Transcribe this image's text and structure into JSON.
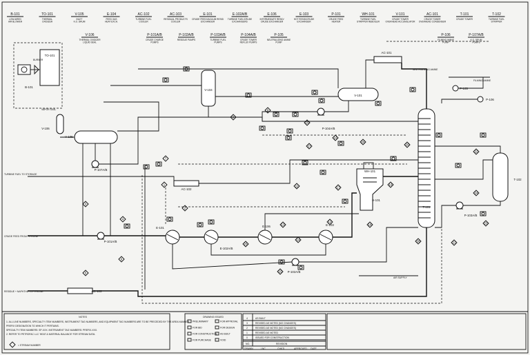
{
  "equipment_header": [
    {
      "tag": "B-101",
      "desc": "LOW AIRED\nAIR BLOWER"
    },
    {
      "tag": "TO-101",
      "desc": "THERMAL\nOXIDIZER"
    },
    {
      "tag": "V-105",
      "desc": "INLET\nK.O. DRUM"
    },
    {
      "tag": "E-104",
      "desc": "FEED GAS\nHEAT EXCH."
    },
    {
      "tag": "AC-102",
      "desc": "TURBINE FUEL\nCOOLER"
    },
    {
      "tag": "AC-103",
      "desc": "RESIDUAL PRODUCTS\nCOOLER"
    },
    {
      "tag": "E-101",
      "desc": "CRUDE FEED/VACUUM RESID\nEXCHANGER"
    },
    {
      "tag": "E-102A/B",
      "desc": "TURBINE FUEL/CRUDE\nEXCHANGERS"
    },
    {
      "tag": "E-106",
      "desc": "INTERMEDIATE RESID/\nCRUDE EXCHANGER"
    },
    {
      "tag": "E-103",
      "desc": "HOT RESID/CRUDE\nEXCHANGER"
    },
    {
      "tag": "P-101",
      "desc": "CRUDE FEED\nHEATER"
    },
    {
      "tag": "WH-101",
      "desc": "TURBINE FUEL\nSTRIPPER REBOILER"
    },
    {
      "tag": "V-101",
      "desc": "CRUDE TOWER\nOVERHEAD ACCUMULATOR"
    },
    {
      "tag": "AC-101",
      "desc": "CRUDE TOWER\nOVERHEAD CONDENSER"
    },
    {
      "tag": "T-101",
      "desc": "CRUDE TOWER"
    },
    {
      "tag": "T-102",
      "desc": "TURBINE FUEL\nSTRIPPER"
    }
  ],
  "equipment_header_row2": [
    {
      "tag": "V-106",
      "desc": "THERMAL OXIDIZER\nLIQUID SEAL"
    },
    {
      "tag": "P-101A/B",
      "desc": "CRUDE CHARGE\nPUMPS"
    },
    {
      "tag": "P-102A/B",
      "desc": "RESIDUE PUMPS"
    },
    {
      "tag": "P-103A/B",
      "desc": "TURBINE FUEL\nPUMPS"
    },
    {
      "tag": "P-104A/B",
      "desc": "CRUDE TOWER\nREFLUX PUMPS"
    },
    {
      "tag": "P-105",
      "desc": "NEUTRALIZING AMINE\nPUMP"
    },
    {
      "tag": "P-106",
      "desc": "FILMING AMINE\nPUMP"
    },
    {
      "tag": "P-107A/B",
      "desc": "K.O. DRUM\nPUMPS"
    }
  ],
  "stream_labels": {
    "turbine_fuel": "TURBINE FUEL\nTO STORAGE",
    "crude_feed": "CRUDE FEED\nFROM PIPELINE",
    "residue": "RESIDUE + NAPHTHA\nTO PIPELINE",
    "neutralizing_amine": "NEUTRALIZING AMINE",
    "filming_amine": "FILMING AMINE",
    "air_supply": "AIR SUPPLY",
    "burner": "BURNER",
    "vapor_seal": "VAPOR SEAL"
  },
  "process_tags": {
    "b101": "B-101",
    "to101": "TO-101",
    "v106": "V-106",
    "v105": "V-105",
    "v104": "V-104",
    "v101": "V-101",
    "ac101": "AC-101",
    "ac102": "AC-102",
    "ac103": "AC-103",
    "t101": "T-101",
    "t102": "T-102",
    "h101": "H-101",
    "wh101": "WH-101",
    "e101": "E-101",
    "e102": "E-102A/B",
    "e106": "E-106",
    "e103": "E-103",
    "p101": "P-101A/B",
    "p102": "P-102A/B",
    "p103": "P-103A/B",
    "p104": "P-104A/B",
    "p105": "P-105",
    "p106": "P-106",
    "p107": "P-107A/B"
  },
  "stream_numbers": [
    "1",
    "2",
    "3",
    "4",
    "5",
    "6",
    "7",
    "8",
    "9",
    "10",
    "11",
    "12",
    "13",
    "14",
    "15",
    "16",
    "17",
    "18",
    "19",
    "20",
    "21",
    "22",
    "23",
    "24",
    "25",
    "26",
    "27",
    "28"
  ],
  "notes": {
    "title": "NOTES",
    "lines": [
      "1. ALL LINE NUMBERS, SPECIALTY ITEM NUMBERS, INSTRUMENT TAG NUMBERS, AND EQUIPMENT TAG NUMBERS ARE TO BE PRECEDED BY THE AREA NUMBER.",
      "   PREFIX DESIGNATION TO WHICH IT PERTAINS.",
      "   SPECIALTY ITEM NUMBERS: SP-XXX. INSTRUMENT TAG NUMBERS: PREFIX-XXX.",
      "2. REFER TO PETROFAC LLC 'HEAT & MATERIAL BALANCE' FOR STREAM DATA."
    ],
    "legend": "= STREAM NUMBER"
  },
  "drawing_issued": {
    "title": "DRAWING ISSUED",
    "items": [
      "PRELIMINARY",
      "FOR APPROVAL",
      "FOR BID",
      "FOR DESIGN",
      "FOR CONSTRUCTION",
      "AS BUILT",
      "FOR PURCHASE",
      "VOID"
    ]
  },
  "revisions": {
    "rows": [
      {
        "no": "4",
        "desc": "AS BUILT"
      },
      {
        "no": "3",
        "desc": "REVISED AS NOTED (NO CHANGES)"
      },
      {
        "no": "2",
        "desc": "REVISED AS NOTED (NO CHANGES)"
      },
      {
        "no": "1",
        "desc": "REVISED AS NOTED"
      },
      {
        "no": "0",
        "desc": "ISSUED FOR CONSTRUCTION"
      }
    ],
    "header_no": "NO.",
    "header_rev": "REVISION",
    "footer": [
      "DRAWN",
      "LNC",
      "CHK'D",
      "APPROVED",
      "DATE"
    ]
  }
}
